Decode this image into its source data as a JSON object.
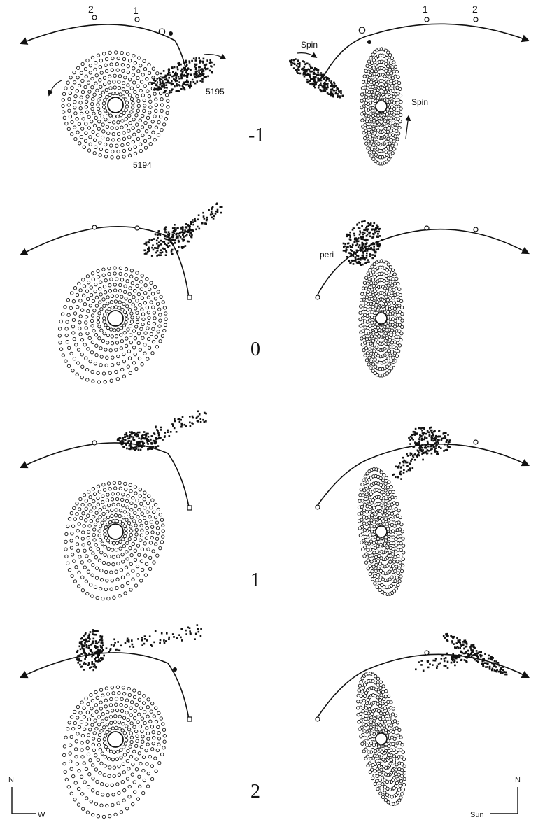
{
  "colors": {
    "ink": "#111111",
    "paper": "#ffffff"
  },
  "labels": {
    "orbit_ticks_left": [
      "2",
      "1",
      "O"
    ],
    "orbit_ticks_right": [
      "O",
      "1",
      "2"
    ],
    "spin_left": "Spin",
    "spin_right": "Spin",
    "galaxy_main": "5194",
    "galaxy_companion": "5195",
    "peri": "peri",
    "compass_left_n": "N",
    "compass_left_w": "W",
    "compass_right_n": "N",
    "compass_right_sun": "Sun"
  },
  "frames": [
    {
      "time_label": "-1"
    },
    {
      "time_label": "0"
    },
    {
      "time_label": "1"
    },
    {
      "time_label": "2"
    }
  ]
}
